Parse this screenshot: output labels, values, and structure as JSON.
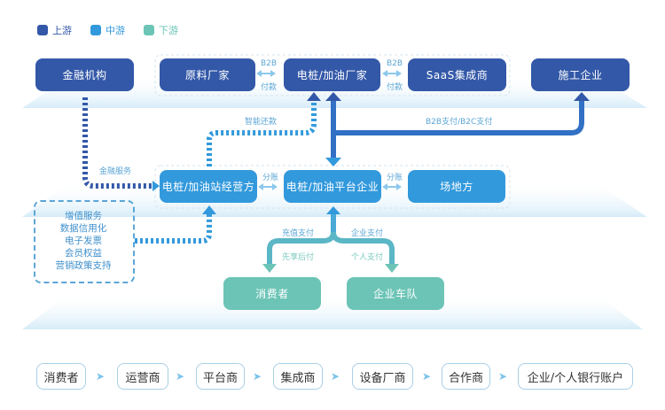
{
  "legend": [
    {
      "label": "上游",
      "color": "#3358a8"
    },
    {
      "label": "中游",
      "color": "#3299dc"
    },
    {
      "label": "下游",
      "color": "#6cc4b6"
    }
  ],
  "upstream": {
    "finance": "金融机构",
    "raw_material": "原料厂家",
    "charger_maker": "电桩/加油厂家",
    "saas": "SaaS集成商",
    "construction": "施工企业"
  },
  "midstream": {
    "operator": "电桩/加油站经营方",
    "platform": "电桩/加油平台企业",
    "venue": "场地方"
  },
  "downstream": {
    "consumer": "消费者",
    "fleet": "企业车队"
  },
  "flow_labels": {
    "b2b_1_top": "B2B",
    "b2b_1_bottom": "付款",
    "b2b_2_top": "B2B",
    "b2b_2_bottom": "付款",
    "smart_repay": "智能还款",
    "b2b_b2c": "B2B支付/B2C支付",
    "finance_service": "金融服务",
    "split_1": "分账",
    "split_2": "分账",
    "recharge": "充值支付",
    "enterprise_pay": "企业支付",
    "pay_later": "先享后付",
    "personal_pay": "个人支付"
  },
  "services": [
    "增值服务",
    "数据信用化",
    "电子发票",
    "会员权益",
    "营销政策支持"
  ],
  "chain": [
    "消费者",
    "运营商",
    "平台商",
    "集成商",
    "设备厂商",
    "合作商",
    "企业/个人银行账户"
  ],
  "colors": {
    "upstream": "#3358a8",
    "midstream": "#3299dc",
    "downstream": "#6cc4b6"
  }
}
